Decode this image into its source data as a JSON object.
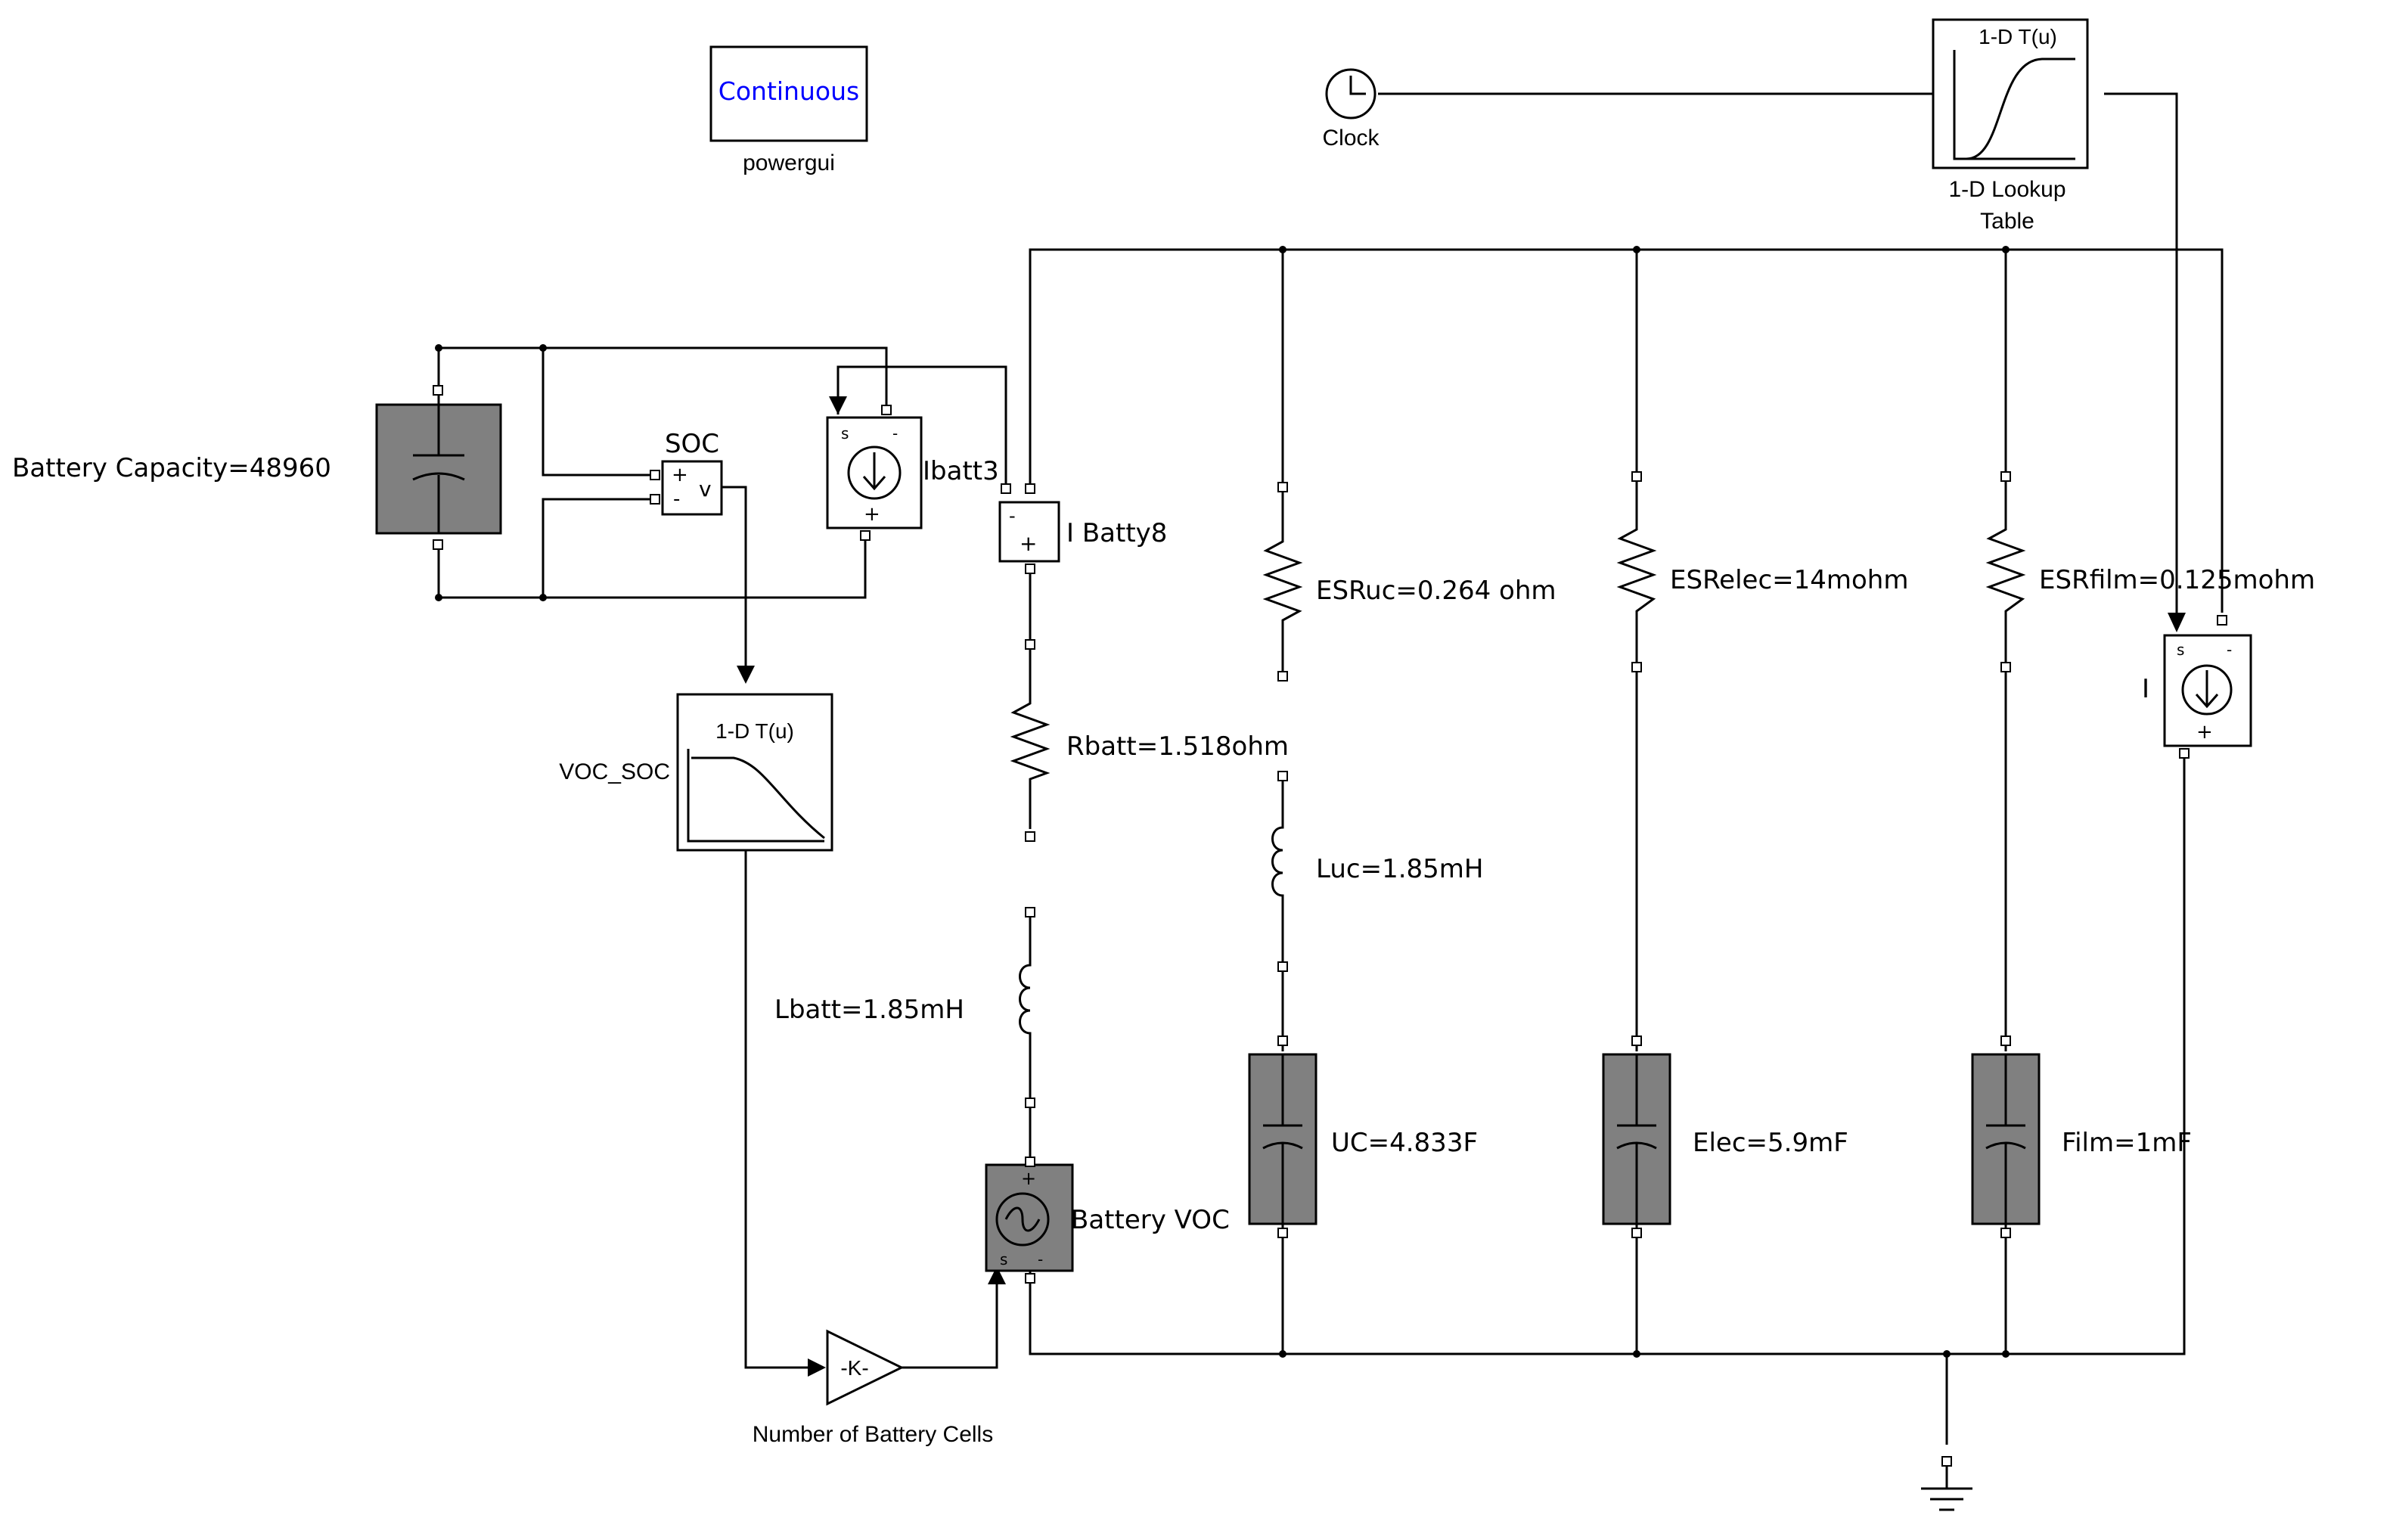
{
  "diagram": {
    "powergui": {
      "mode_label": "Continuous",
      "name": "powergui",
      "mode_color": "#0000ff"
    },
    "clock": {
      "name": "Clock"
    },
    "lookup_table_top": {
      "header": "1-D T(u)",
      "name_line1": "1-D Lookup",
      "name_line2": "Table"
    },
    "battery_capacity": {
      "label": "Battery Capacity=48960"
    },
    "soc_sensor": {
      "name": "SOC",
      "plus": "+",
      "minus": "-",
      "out": "v"
    },
    "ibatt3": {
      "name": "Ibatt3"
    },
    "ibatty8": {
      "name": "I Batty8",
      "minus": "-",
      "plus": "+"
    },
    "voc_soc": {
      "header": "1-D T(u)",
      "name": "VOC_SOC"
    },
    "rbatt": {
      "label": "Rbatt=1.518ohm"
    },
    "lbatt": {
      "label": "Lbatt=1.85mH"
    },
    "battery_voc": {
      "name": "Battery VOC"
    },
    "gain": {
      "symbol": "-K-",
      "name": "Number of Battery Cells"
    },
    "esr_uc": {
      "label": "ESRuc=0.264 ohm"
    },
    "luc": {
      "label": "Luc=1.85mH"
    },
    "uc": {
      "label": "UC=4.833F"
    },
    "esr_elec": {
      "label": "ESRelec=14mohm"
    },
    "elec": {
      "label": "Elec=5.9mF"
    },
    "esr_film": {
      "label": "ESRfilm=0.125mohm"
    },
    "film": {
      "label": "Film=1mF"
    },
    "load_source": {
      "name": "I"
    },
    "port_marks": {
      "s": "s",
      "minus": "-",
      "plus": "+"
    }
  }
}
